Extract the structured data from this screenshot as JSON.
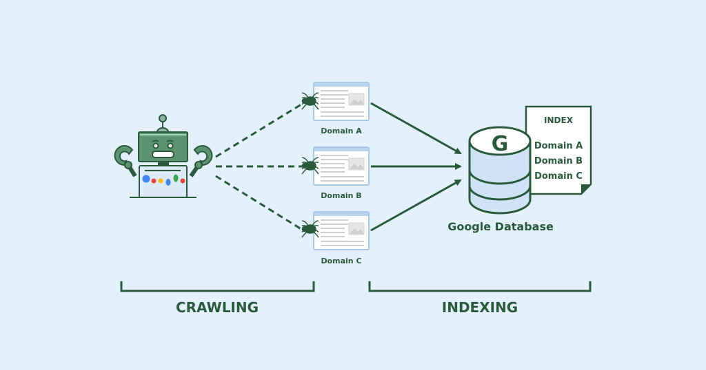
{
  "crawler": {
    "logo_text": "Google",
    "logo_colors": [
      "#4285f4",
      "#ea4335",
      "#fbbc05",
      "#4285f4",
      "#34a853",
      "#ea4335"
    ]
  },
  "pages": [
    {
      "label": "Domain A"
    },
    {
      "label": "Domain B"
    },
    {
      "label": "Domain C"
    }
  ],
  "database": {
    "letter": "G",
    "label": "Google Database"
  },
  "index": {
    "title": "INDEX",
    "entries": [
      "Domain A",
      "Domain B",
      "Domain C"
    ]
  },
  "phases": {
    "left": "CRAWLING",
    "right": "INDEXING"
  },
  "colors": {
    "background": "#e4f0fb",
    "dark_green": "#2a5a3c",
    "robot_green": "#5b9370",
    "db_fill": "#cfe3f5"
  }
}
